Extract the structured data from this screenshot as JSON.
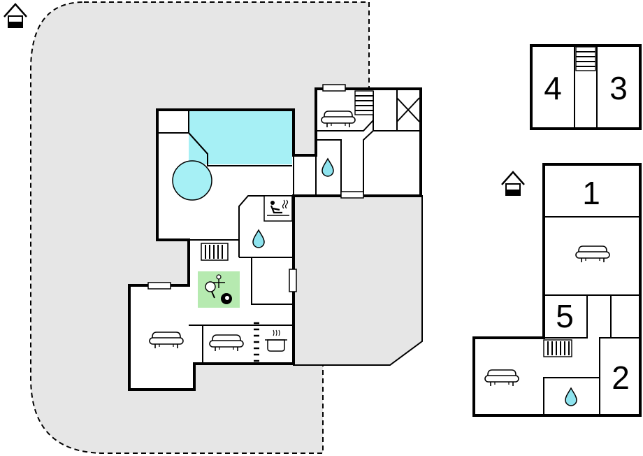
{
  "colors": {
    "terrace": "#e6e6e6",
    "pool": "#a6f0f5",
    "activity": "#b6eab0",
    "water": "#8ee3ee",
    "wall": "#000000"
  },
  "icons": {
    "entrance": "house-entrance-icon",
    "sofa": "sofa-icon",
    "bathroom": "water-drop-icon",
    "sauna": "sauna-icon",
    "kitchen": "cooking-pot-icon",
    "activity": "table-tennis-billiards-icon",
    "stairs": "stairs-icon"
  },
  "rooms": {
    "r1": "1",
    "r2": "2",
    "r3": "3",
    "r4": "4",
    "r5": "5"
  }
}
